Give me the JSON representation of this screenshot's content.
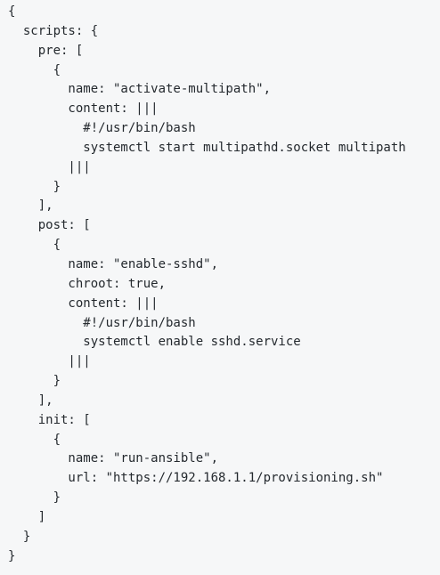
{
  "code": {
    "lines": [
      "{",
      "  scripts: {",
      "    pre: [",
      "      {",
      "        name: \"activate-multipath\",",
      "        content: |||",
      "          #!/usr/bin/bash",
      "          systemctl start multipathd.socket multipath",
      "        |||",
      "      }",
      "    ],",
      "    post: [",
      "      {",
      "        name: \"enable-sshd\",",
      "        chroot: true,",
      "        content: |||",
      "          #!/usr/bin/bash",
      "          systemctl enable sshd.service",
      "        |||",
      "      }",
      "    ],",
      "    init: [",
      "      {",
      "        name: \"run-ansible\",",
      "        url: \"https://192.168.1.1/provisioning.sh\"",
      "      }",
      "    ]",
      "  }",
      "}"
    ]
  }
}
